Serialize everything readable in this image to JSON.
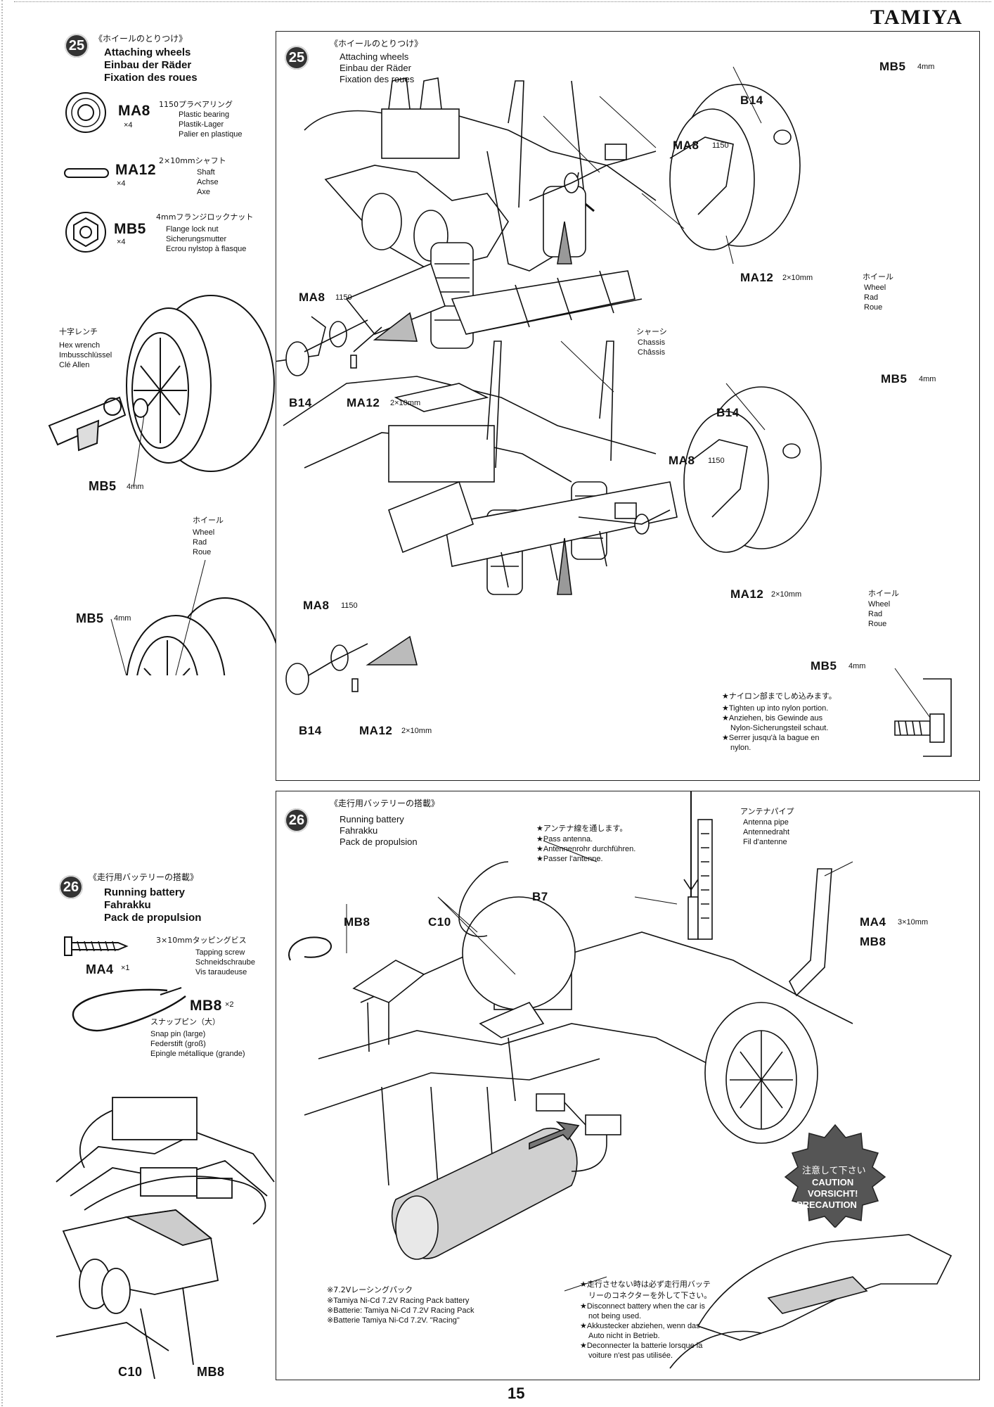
{
  "header": {
    "brand": "TAMIYA"
  },
  "footer": {
    "page_number": "15"
  },
  "left_col": {
    "step25": {
      "number": "25",
      "title_jp": "《ホイールのとりつけ》",
      "title_en": "Attaching wheels",
      "title_de": "Einbau der Räder",
      "title_fr": "Fixation des roues",
      "parts": [
        {
          "code": "MA8",
          "qty": "×4",
          "size_jp": "1150プラベアリング",
          "en": "Plastic bearing",
          "de": "Plastik-Lager",
          "fr": "Palier en plastique"
        },
        {
          "code": "MA12",
          "qty": "×4",
          "size_jp": "2×10mmシャフト",
          "en": "Shaft",
          "de": "Achse",
          "fr": "Axe"
        },
        {
          "code": "MB5",
          "qty": "×4",
          "size_jp": "4mmフランジロックナット",
          "en": "Flange lock nut",
          "de": "Sicherungsmutter",
          "fr": "Ecrou nylstop à flasque"
        }
      ],
      "tool": {
        "jp": "十字レンチ",
        "en": "Hex wrench",
        "de": "Imbusschlüssel",
        "fr": "Clé Allen"
      },
      "labels": {
        "mb5_a": "MB5",
        "mb5_a_size": "4mm",
        "wheel_jp": "ホイール",
        "wheel_en": "Wheel",
        "wheel_de": "Rad",
        "wheel_fr": "Roue",
        "mb5_b": "MB5",
        "mb5_b_size": "4mm"
      }
    },
    "step26": {
      "number": "26",
      "title_jp": "《走行用バッテリーの搭載》",
      "title_en": "Running battery",
      "title_de": "Fahrakku",
      "title_fr": "Pack de propulsion",
      "parts": [
        {
          "code": "MA4",
          "qty": "×1",
          "size_jp": "3×10mmタッピングビス",
          "en": "Tapping screw",
          "de": "Schneidschraube",
          "fr": "Vis taraudeuse"
        },
        {
          "code": "MB8",
          "qty": "×2",
          "size_jp": "スナップピン（大）",
          "en": "Snap pin (large)",
          "de": "Federstift (groß)",
          "fr": "Epingle métallique (grande)"
        }
      ],
      "labels": {
        "c10": "C10",
        "mb8": "MB8"
      }
    }
  },
  "panel25": {
    "number": "25",
    "title_jp": "《ホイールのとりつけ》",
    "title_en": "Attaching wheels",
    "title_de": "Einbau der Räder",
    "title_fr": "Fixation des roues",
    "upper": {
      "mb5": "MB5",
      "mb5_size": "4mm",
      "b14": "B14",
      "ma8": "MA8",
      "ma8_size": "1150",
      "ma12": "MA12",
      "ma12_size": "2×10mm",
      "wheel_jp": "ホイール",
      "wheel_en": "Wheel",
      "wheel_de": "Rad",
      "wheel_fr": "Roue",
      "left_ma8": "MA8",
      "left_ma8_size": "1150",
      "left_b14": "B14",
      "left_ma12": "MA12",
      "left_ma12_size": "2×10mm",
      "chassis_jp": "シャーシ",
      "chassis_en": "Chassis",
      "chassis_fr": "Châssis"
    },
    "lower": {
      "mb5": "MB5",
      "mb5_size": "4mm",
      "b14": "B14",
      "ma8": "MA8",
      "ma8_size": "1150",
      "ma12": "MA12",
      "ma12_size": "2×10mm",
      "wheel_jp": "ホイール",
      "wheel_en": "Wheel",
      "wheel_de": "Rad",
      "wheel_fr": "Roue",
      "left_ma8": "MA8",
      "left_ma8_size": "1150",
      "left_b14": "B14",
      "left_ma12": "MA12",
      "left_ma12_size": "2×10mm"
    },
    "note": {
      "mb5": "MB5",
      "mb5_size": "4mm",
      "jp": "★ナイロン部までしめ込みます。",
      "en": "★Tighten up into nylon portion.",
      "de1": "★Anziehen, bis Gewinde aus",
      "de2": "Nylon-Sicherungsteil schaut.",
      "fr1": "★Serrer jusqu'à la bague en",
      "fr2": "nylon."
    }
  },
  "panel26": {
    "number": "26",
    "title_jp": "《走行用バッテリーの搭載》",
    "title_en": "Running battery",
    "title_de": "Fahrakku",
    "title_fr": "Pack de propulsion",
    "antenna_note": {
      "jp": "★アンテナ線を通します。",
      "en": "★Pass antenna.",
      "de": "★Antennenrohr durchführen.",
      "fr": "★Passer l'antenne."
    },
    "antenna_pipe": {
      "jp": "アンテナパイプ",
      "en": "Antenna pipe",
      "de": "Antennedraht",
      "fr": "Fil d'antenne"
    },
    "labels": {
      "b7": "B7",
      "mb8": "MB8",
      "c10": "C10",
      "ma4": "MA4",
      "ma4_size": "3×10mm",
      "mb8_r": "MB8"
    },
    "battery": {
      "jp": "※7.2Vレーシングパック",
      "en": "※Tamiya Ni-Cd 7.2V Racing Pack battery",
      "de": "※Batterie: Tamiya Ni-Cd 7.2V Racing Pack",
      "fr": "※Batterie Tamiya Ni-Cd 7.2V. \"Racing\""
    },
    "caution_badge": {
      "jp": "注意して下さい",
      "en": "CAUTION",
      "de": "VORSICHT!",
      "fr": "PRECAUTION"
    },
    "disconnect": {
      "jp1": "★走行させない時は必ず走行用バッテ",
      "jp2": "リーのコネクターを外して下さい。",
      "en1": "★Disconnect battery when the car is",
      "en2": "not being used.",
      "de1": "★Akkustecker abziehen, wenn das",
      "de2": "Auto nicht in Betrieb.",
      "fr1": "★Deconnecter la batterie lorsque la",
      "fr2": "voiture n'est pas utilisée."
    }
  }
}
